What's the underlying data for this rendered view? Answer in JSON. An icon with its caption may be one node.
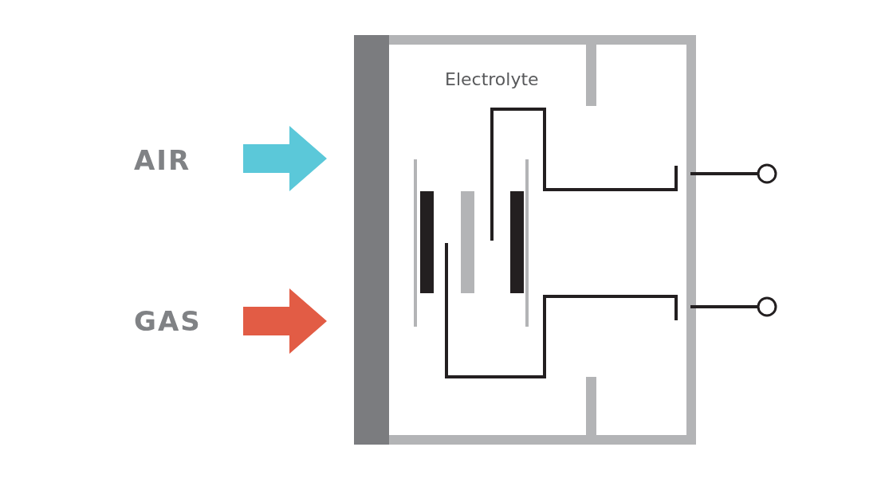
{
  "diagram": {
    "labels": [
      "Electrolyte",
      "AIR",
      "GAS"
    ]
  }
}
